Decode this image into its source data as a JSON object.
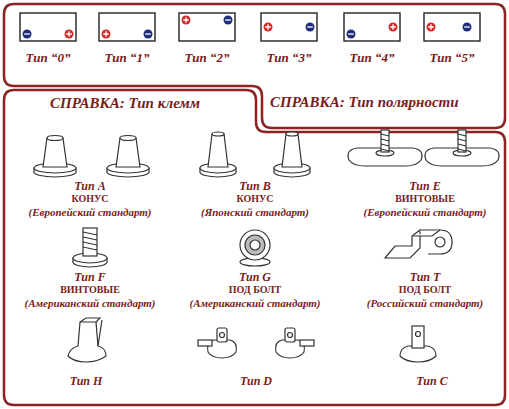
{
  "diagram": {
    "nodes": [
      {
        "text": [
          "СПРАВКА: Тип полярности"
        ]
      },
      {
        "text": [
          "Тип “0”"
        ],
        "in": 0
      },
      {
        "text": [
          "Тип “1”"
        ],
        "in": 0
      },
      {
        "text": [
          "Тип “2”"
        ],
        "in": 0
      },
      {
        "text": [
          "Тип “3”"
        ],
        "in": 0
      },
      {
        "text": [
          "Тип “4”"
        ],
        "in": 0
      },
      {
        "text": [
          "Тип “5”"
        ],
        "in": 0
      },
      {
        "text": [
          "СПРАВКА: Тип клемм"
        ]
      }
    ],
    "labels": [
      "Тип A",
      "КОНУС",
      "(Европейский стандарт)",
      "Тип B",
      "КОНУС",
      "(Японский стандарт)",
      "Тип E",
      "ВИНТОВЫЕ",
      "(Европейский стандарт)",
      "Тип F",
      "ВИНТОВЫЕ",
      "(Американский стандарт)",
      "Тип G",
      "ПОД БОЛТ",
      "(Американский стандарт)",
      "Тип T",
      "ПОД БОЛТ",
      "(Российский стандарт)",
      "Тип H",
      "Тип D",
      "Тип C"
    ]
  }
}
